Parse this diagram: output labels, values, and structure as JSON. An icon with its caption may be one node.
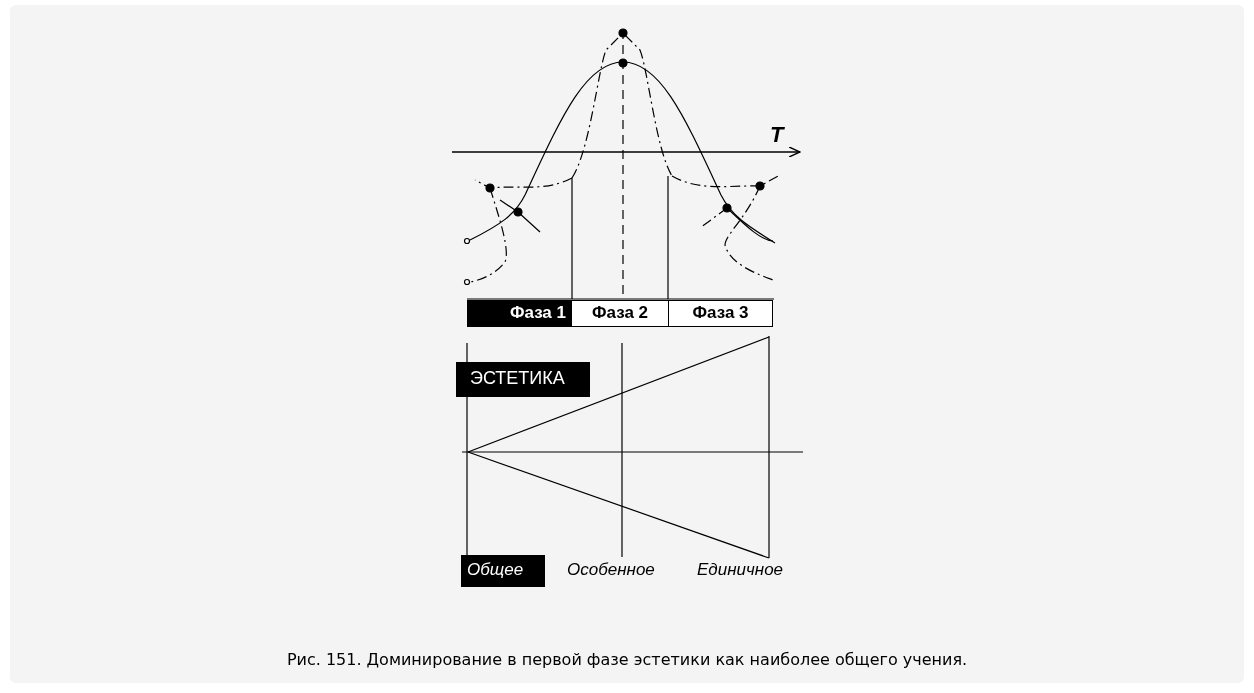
{
  "diagram": {
    "caption": "Рис. 151. Доминирование в первой фазе эстетики как наиболее общего учения.",
    "nodes": [
      {
        "text": [
          "Фаза 1"
        ]
      },
      {
        "text": [
          "Фаза 2"
        ]
      },
      {
        "text": [
          "Фаза 3"
        ]
      },
      {
        "text": [
          "ЭСТЕТИКА"
        ]
      },
      {
        "text": [
          "Общее"
        ]
      }
    ],
    "labels": [
      "T",
      "Особенное",
      "Единичное"
    ]
  }
}
